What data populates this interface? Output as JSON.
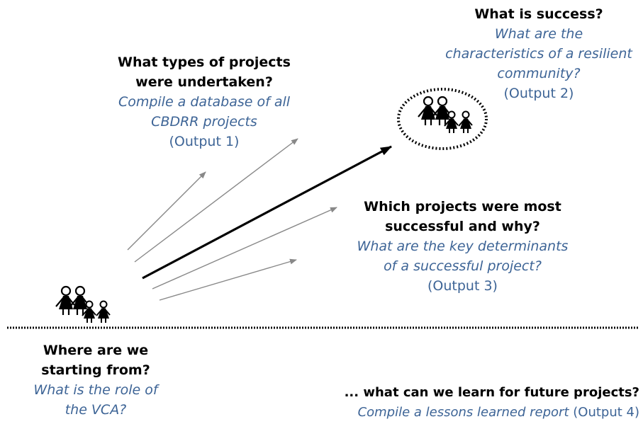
{
  "colors": {
    "question": "#000000",
    "answer": "#3d6496",
    "arrow_main": "#000000",
    "arrow_minor": "#888888"
  },
  "success": {
    "question": "What is success?",
    "desc_line1": "What are the",
    "desc_line2": "characteristics of a resilient",
    "desc_line3": "community?",
    "output": "(Output 2)"
  },
  "types": {
    "question_line1": "What types of projects",
    "question_line2": "were undertaken?",
    "desc_line1": "Compile a database of all",
    "desc_line2": "CBDRR projects",
    "output": "(Output 1)"
  },
  "successful": {
    "question_line1": "Which projects were most",
    "question_line2": "successful and why?",
    "desc_line1": "What are the key determinants",
    "desc_line2": "of a successful project?",
    "output": "(Output 3)"
  },
  "starting": {
    "question_line1": "Where are we",
    "question_line2": "starting from?",
    "desc_line1": "What is the role of",
    "desc_line2": "the VCA?"
  },
  "learn": {
    "question": "... what can we learn for future projects?",
    "desc": "Compile a lessons learned report",
    "output": "(Output 4)"
  },
  "icons": [
    "family-icon-start",
    "family-icon-goal"
  ]
}
